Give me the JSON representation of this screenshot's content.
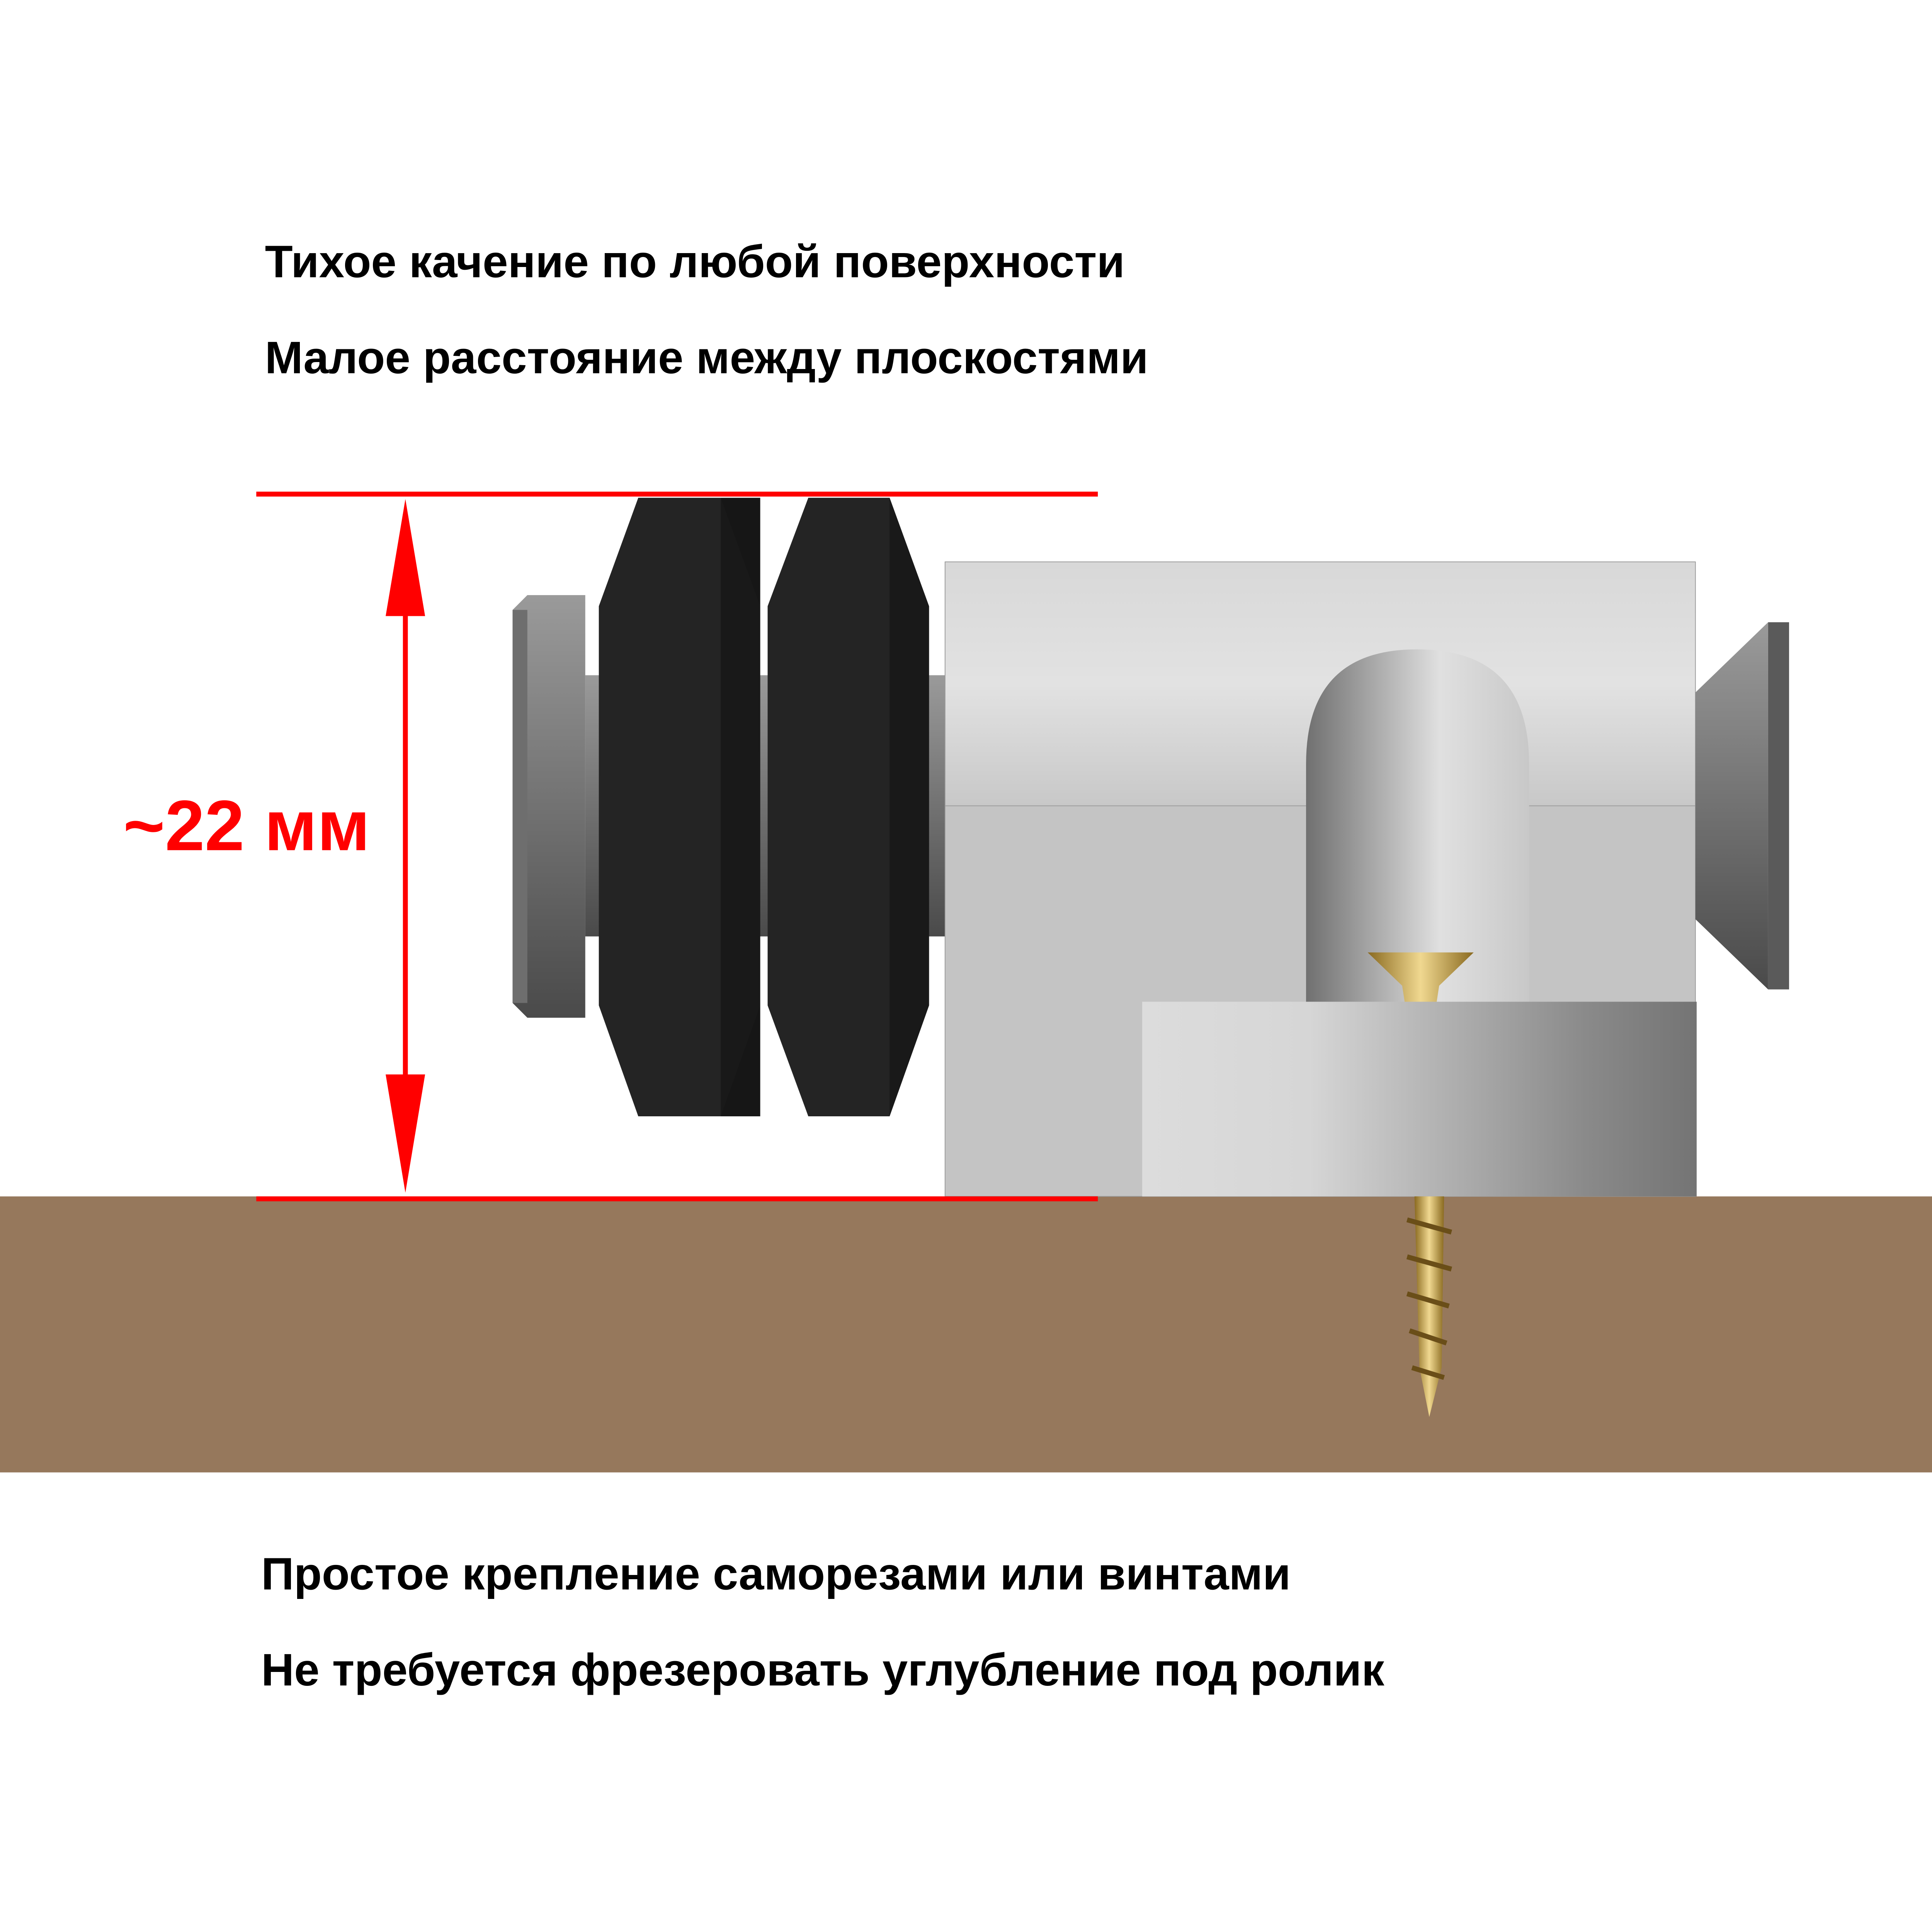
{
  "features_top": [
    "Тихое качение по любой поверхности",
    "Малое расстояние между плоскостями"
  ],
  "dimension_label": "~22 мм",
  "features_bottom": [
    "Простое крепление саморезами или винтами",
    "Не требуется фрезеровать углубление под ролик"
  ],
  "colors": {
    "dimension": "#ff0000",
    "wood": "#96785c",
    "wheel": "#1c1c1c",
    "body": "#c4c4c4",
    "screw": "#c9a84a"
  }
}
